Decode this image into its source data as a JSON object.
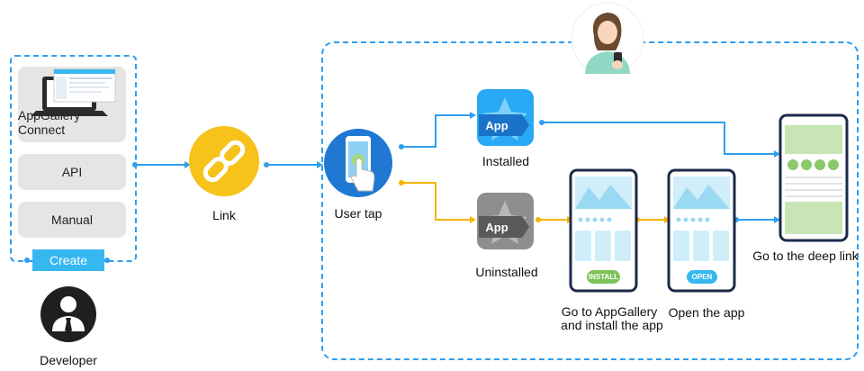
{
  "developer_panel": {
    "options": [
      "AppGallery Connect",
      "API",
      "Manual"
    ],
    "create_label": "Create",
    "developer_label": "Developer"
  },
  "link": {
    "label": "Link"
  },
  "user_tap": {
    "label": "User tap"
  },
  "installed": {
    "app_text": "App",
    "label": "Installed"
  },
  "uninstalled": {
    "app_text": "App",
    "label": "Uninstalled"
  },
  "install_phone": {
    "button": "INSTALL",
    "label_line1": "Go to AppGallery",
    "label_line2": "and install the app"
  },
  "open_phone": {
    "button": "OPEN",
    "label": "Open the app"
  },
  "deep_link": {
    "label": "Go to the deep link"
  },
  "colors": {
    "blue": "#2f9ef0",
    "cyan": "#37b7f0",
    "orange": "#f5b300",
    "link_yellow": "#f7c21a",
    "green": "#7cc35a"
  }
}
